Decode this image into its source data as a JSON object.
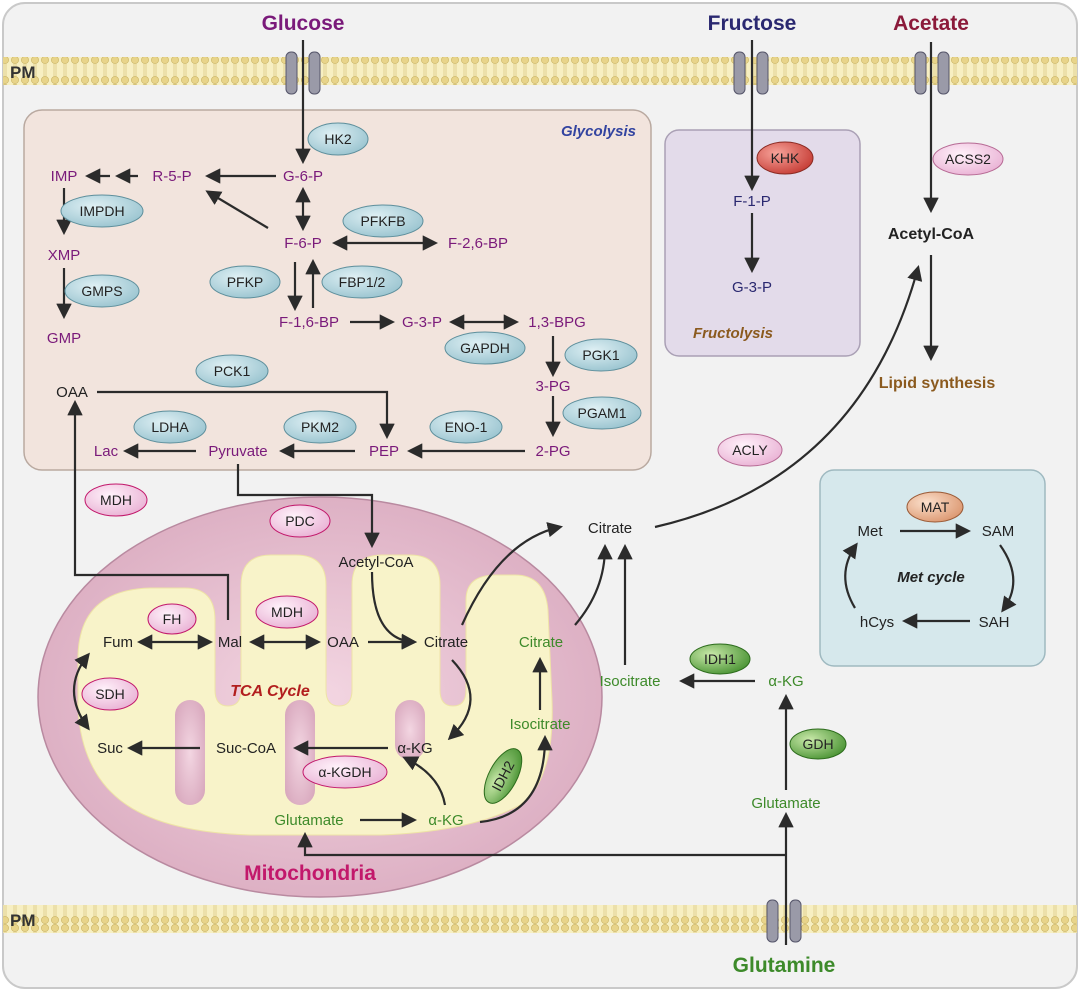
{
  "membrane": {
    "label": "PM"
  },
  "substrates": {
    "glucose": "Glucose",
    "fructose": "Fructose",
    "acetate": "Acetate",
    "glutamine": "Glutamine"
  },
  "compartments": {
    "glycolysis": "Glycolysis",
    "fructolysis": "Fructolysis",
    "tca_cycle": "TCA Cycle",
    "mitochondria": "Mitochondria",
    "met_cycle": "Met cycle",
    "lipid_synthesis": "Lipid synthesis"
  },
  "metabolites": {
    "g6p": "G-6-P",
    "r5p": "R-5-P",
    "imp": "IMP",
    "xmp": "XMP",
    "gmp": "GMP",
    "f6p": "F-6-P",
    "f26bp": "F-2,6-BP",
    "f16bp": "F-1,6-BP",
    "g3p": "G-3-P",
    "bpg13": "1,3-BPG",
    "pg3": "3-PG",
    "pg2": "2-PG",
    "pep": "PEP",
    "pyruvate": "Pyruvate",
    "lac": "Lac",
    "oaa_cyto": "OAA",
    "f1p": "F-1-P",
    "g3p_fruct": "G-3-P",
    "acetyl_coa_cyto": "Acetyl-CoA",
    "citrate_cyto": "Citrate",
    "isocitrate_cyto": "Isocitrate",
    "akg_cyto": "α-KG",
    "glutamate_cyto": "Glutamate",
    "met": "Met",
    "sam": "SAM",
    "sah": "SAH",
    "hcys": "hCys",
    "acetyl_coa_mito": "Acetyl-CoA",
    "citrate_mito": "Citrate",
    "oaa_mito": "OAA",
    "mal": "Mal",
    "fum": "Fum",
    "suc": "Suc",
    "suc_coa": "Suc-CoA",
    "akg_mito": "α-KG",
    "citrate_green": "Citrate",
    "isocitrate_mito": "Isocitrate",
    "akg_green": "α-KG",
    "glutamate_mito": "Glutamate"
  },
  "enzymes": {
    "hk2": "HK2",
    "impdh": "IMPDH",
    "gmps": "GMPS",
    "pfkfb": "PFKFB",
    "pfkp": "PFKP",
    "fbp": "FBP1/2",
    "gapdh": "GAPDH",
    "pgk1": "PGK1",
    "pgam1": "PGAM1",
    "pck1": "PCK1",
    "ldha": "LDHA",
    "pkm2": "PKM2",
    "eno1": "ENO-1",
    "khk": "KHK",
    "acss2": "ACSS2",
    "acly": "ACLY",
    "mdh_cyto": "MDH",
    "pdc": "PDC",
    "fh": "FH",
    "mdh_mito": "MDH",
    "sdh": "SDH",
    "akgdh": "α-KGDH",
    "idh2": "IDH2",
    "idh1": "IDH1",
    "gdh": "GDH",
    "mat": "MAT"
  },
  "colors": {
    "purple_text": "#7a1a7a",
    "navy_text": "#2a2870",
    "green_text": "#3d8a2a",
    "brown_text": "#8b5a1e",
    "blue_title": "#3344a0",
    "tca_red": "#b21e1e",
    "mito_title": "#c2186b",
    "enzyme_teal": "#b2d5de",
    "enzyme_pink": "#f2c9e3"
  }
}
